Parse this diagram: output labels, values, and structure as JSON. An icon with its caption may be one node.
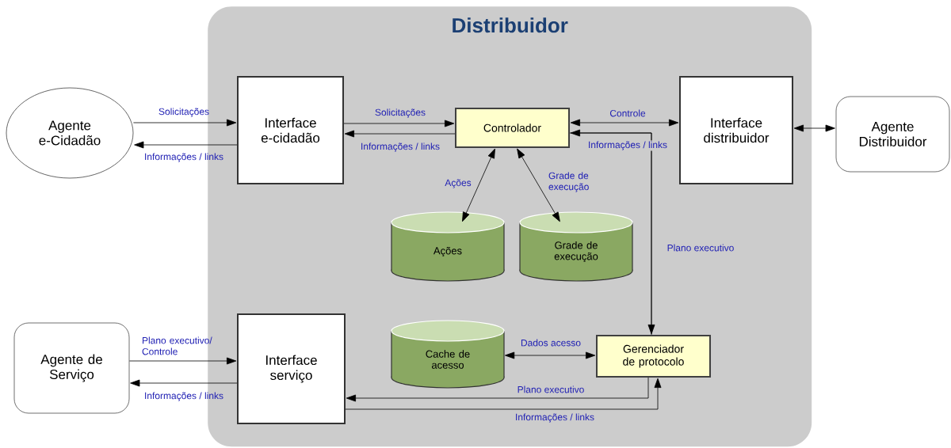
{
  "diagram": {
    "nodes": [
      {
        "text": [
          "Distribuidor"
        ]
      },
      {
        "text": [
          "Agente e-Cidadão"
        ]
      },
      {
        "text": [
          "Interface e-cidadão"
        ],
        "in": 0
      },
      {
        "text": [
          "Controlador"
        ],
        "in": 0
      },
      {
        "text": [
          "Interface distribuidor"
        ],
        "in": 0
      },
      {
        "text": [
          "Agente Distribuidor"
        ]
      },
      {
        "text": [
          "Ações"
        ],
        "in": 0
      },
      {
        "text": [
          "Grade de execução"
        ],
        "in": 0
      },
      {
        "text": [
          "Agente de Serviço"
        ]
      },
      {
        "text": [
          "Interface serviço"
        ],
        "in": 0
      },
      {
        "text": [
          "Cache de acesso"
        ],
        "in": 0
      },
      {
        "text": [
          "Gerenciador de protocolo"
        ],
        "in": 0
      }
    ],
    "edges": [
      {
        "from": 1,
        "to": 2,
        "arrow": "to",
        "label": "Solicitações"
      },
      {
        "from": 2,
        "to": 1,
        "arrow": "to",
        "label": "Informações / links"
      },
      {
        "from": 2,
        "to": 3,
        "arrow": "to",
        "label": "Solicitações"
      },
      {
        "from": 3,
        "to": 2,
        "arrow": "to",
        "label": "Informações / links"
      },
      {
        "from": 3,
        "to": 4,
        "arrow": "both",
        "label": "Controle"
      },
      {
        "from": 11,
        "to": 3,
        "arrow": "to",
        "label": "Informações / links"
      },
      {
        "from": 3,
        "to": 11,
        "arrow": "to",
        "label": "Plano executivo"
      },
      {
        "from": 3,
        "to": 6,
        "arrow": "both",
        "label": "Ações"
      },
      {
        "from": 3,
        "to": 7,
        "arrow": "both",
        "label": "Grade de execução"
      },
      {
        "from": 4,
        "to": 5,
        "arrow": "both"
      },
      {
        "from": 8,
        "to": 9,
        "arrow": "to",
        "label": "Plano executivo/ Controle"
      },
      {
        "from": 9,
        "to": 8,
        "arrow": "to",
        "label": "Informações / links"
      },
      {
        "from": 10,
        "to": 11,
        "arrow": "both",
        "label": "Dados acesso"
      },
      {
        "from": 11,
        "to": 9,
        "arrow": "to",
        "label": "Plano executivo"
      },
      {
        "from": 9,
        "to": 11,
        "arrow": "to",
        "label": "Informações / links"
      }
    ]
  }
}
